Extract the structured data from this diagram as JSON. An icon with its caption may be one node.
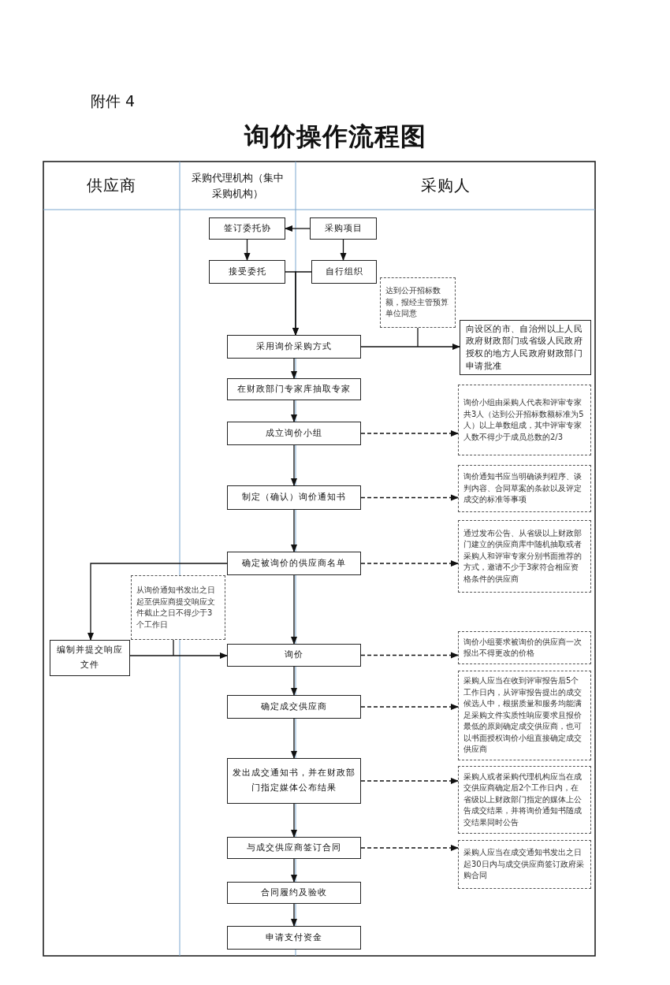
{
  "diagram": {
    "title": "询价操作流程图",
    "nodes": [
      {
        "text": [
          "供应商"
        ]
      },
      {
        "text": [
          "采购代理机构（集中采购机构）"
        ]
      },
      {
        "text": [
          "采购人"
        ]
      },
      {
        "text": [
          "签订委托协"
        ]
      },
      {
        "text": [
          "采购项目"
        ]
      },
      {
        "text": [
          "接受委托"
        ]
      },
      {
        "text": [
          "自行组织"
        ]
      },
      {
        "text": [
          "达到公开招标数额，报经主管预算单位同意"
        ]
      },
      {
        "text": [
          "采用询价采购方式"
        ]
      },
      {
        "text": [
          "向设区的市、自治州以上人民政府财政部门或省级人民政府授权的地方人民政府财政部门申请批准"
        ]
      },
      {
        "text": [
          "在财政部门专家库抽取专家"
        ]
      },
      {
        "text": [
          "成立询价小组"
        ]
      },
      {
        "text": [
          "询价小组由采购人代表和评审专家共3人（达到公开招标数额标准为5人）以上单数组成，其中评审专家人数不得少于成员总数的2/3"
        ]
      },
      {
        "text": [
          "制定（确认）询价通知书"
        ]
      },
      {
        "text": [
          "询价通知书应当明确谈判程序、谈判内容、合同草案的条款以及评定成交的标准等事项"
        ]
      },
      {
        "text": [
          "确定被询价的供应商名单"
        ]
      },
      {
        "text": [
          "通过发布公告、从省级以上财政部门建立的供应商库中随机抽取或者采购人和评审专家分别书面推荐的方式，邀请不少于3家符合相应资格条件的供应商"
        ]
      },
      {
        "text": [
          "从询价通知书发出之日起至供应商提交响应文件截止之日不得少于3个工作日"
        ]
      },
      {
        "text": [
          "编制并提交响应文件"
        ]
      },
      {
        "text": [
          "询价"
        ]
      },
      {
        "text": [
          "询价小组要求被询价的供应商一次报出不得更改的价格"
        ]
      },
      {
        "text": [
          "确定成交供应商"
        ]
      },
      {
        "text": [
          "采购人应当在收到评审报告后5个工作日内，从评审报告提出的成交候选人中，根据质量和服务均能满足采购文件实质性响应要求且报价最低的原则确定成交供应商，也可以书面授权询价小组直接确定成交供应商"
        ]
      },
      {
        "text": [
          "发出成交通知书，并在财政部门指定媒体公布结果"
        ]
      },
      {
        "text": [
          "采购人或者采购代理机构应当在成交供应商确定后2个工作日内，在省级以上财政部门指定的媒体上公告成交结果，并将询价通知书随成交结果同时公告"
        ]
      },
      {
        "text": [
          "与成交供应商签订合同"
        ]
      },
      {
        "text": [
          "采购人应当在成交通知书发出之日起30日内与成交供应商签订政府采购合同"
        ]
      },
      {
        "text": [
          "合同履约及验收"
        ]
      },
      {
        "text": [
          "申请支付资金"
        ]
      }
    ],
    "edges": [
      {
        "from": 4,
        "to": 3,
        "arrow": "to"
      },
      {
        "from": 3,
        "to": 5,
        "arrow": "to"
      },
      {
        "from": 4,
        "to": 6,
        "arrow": "to"
      },
      {
        "from": 5,
        "to": 8,
        "arrow": "to"
      },
      {
        "from": 6,
        "to": 8,
        "arrow": "to"
      },
      {
        "from": 8,
        "to": 9,
        "arrow": "to"
      },
      {
        "from": 7,
        "to": null,
        "arrow": "none"
      },
      {
        "from": 8,
        "to": 10,
        "arrow": "to"
      },
      {
        "from": 10,
        "to": 11,
        "arrow": "to"
      },
      {
        "from": 11,
        "to": 12,
        "arrow": "to",
        "style": "dashed"
      },
      {
        "from": 11,
        "to": 13,
        "arrow": "to"
      },
      {
        "from": 13,
        "to": 14,
        "arrow": "to",
        "style": "dashed"
      },
      {
        "from": 13,
        "to": 15,
        "arrow": "to"
      },
      {
        "from": 15,
        "to": 16,
        "arrow": "to",
        "style": "dashed"
      },
      {
        "from": 15,
        "to": 18,
        "arrow": "to"
      },
      {
        "from": 15,
        "to": 19,
        "arrow": "to"
      },
      {
        "from": 18,
        "to": 19,
        "arrow": "to"
      },
      {
        "from": 17,
        "to": null,
        "arrow": "none"
      },
      {
        "from": 19,
        "to": 20,
        "arrow": "to",
        "style": "dashed"
      },
      {
        "from": 19,
        "to": 21,
        "arrow": "to"
      },
      {
        "from": 21,
        "to": 22,
        "arrow": "to",
        "style": "dashed"
      },
      {
        "from": 21,
        "to": 23,
        "arrow": "to"
      },
      {
        "from": 23,
        "to": 24,
        "arrow": "to",
        "style": "dashed"
      },
      {
        "from": 23,
        "to": 25,
        "arrow": "to"
      },
      {
        "from": 25,
        "to": 26,
        "arrow": "to",
        "style": "dashed"
      },
      {
        "from": 25,
        "to": 27,
        "arrow": "to"
      },
      {
        "from": 27,
        "to": 28,
        "arrow": "to"
      }
    ],
    "labels": [
      "附件 4"
    ]
  }
}
